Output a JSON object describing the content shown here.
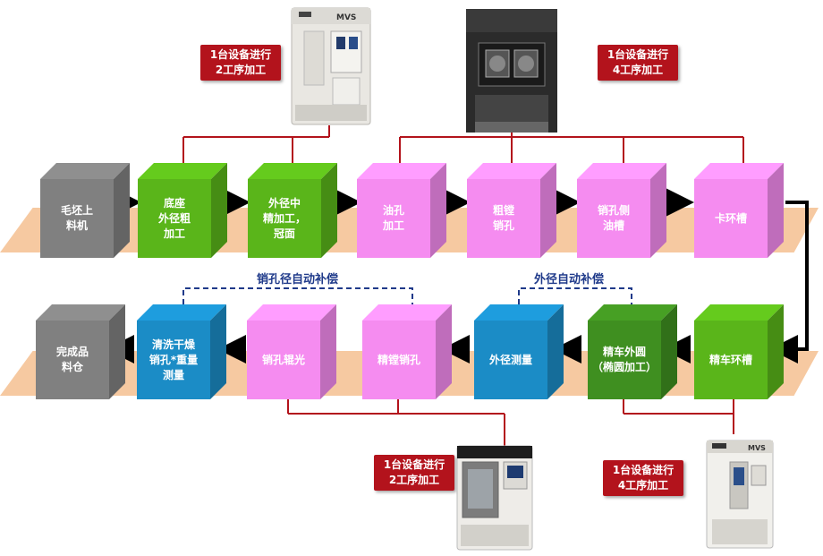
{
  "colors": {
    "gray": "#808080",
    "green": "#5ab51a",
    "dark_green": "#3f8f20",
    "pink": "#f58cf0",
    "blue": "#1b8cc6",
    "band": "#f6c9a1",
    "red_line": "#b3131c",
    "navy": "#1f3a8a"
  },
  "row1": [
    {
      "label": "毛坯上\n料机",
      "color": "gray"
    },
    {
      "label": "底座\n外径粗\n加工",
      "color": "green"
    },
    {
      "label": "外径中\n精加工，\n冠面",
      "color": "green"
    },
    {
      "label": "油孔\n加工",
      "color": "pink"
    },
    {
      "label": "粗镗\n销孔",
      "color": "pink"
    },
    {
      "label": "销孔侧\n油槽",
      "color": "pink"
    },
    {
      "label": "卡环槽",
      "color": "pink"
    }
  ],
  "row2": [
    {
      "label": "完成品\n料仓",
      "color": "gray"
    },
    {
      "label": "清洗干燥\n销孔*重量\n测量",
      "color": "blue"
    },
    {
      "label": "销孔辊光",
      "color": "pink"
    },
    {
      "label": "精镗销孔",
      "color": "pink"
    },
    {
      "label": "外径测量",
      "color": "blue"
    },
    {
      "label": "精车外圆\n（椭圆加工）",
      "color": "dark_green"
    },
    {
      "label": "精车环槽",
      "color": "green"
    }
  ],
  "tags": {
    "t1": "1台设备进行\n2工序加工",
    "t2": "1台设备进行\n4工序加工",
    "t3": "1台设备进行\n2工序加工",
    "t4": "1台设备进行\n4工序加工"
  },
  "feedback": {
    "pin_bore": "销孔径自动补偿",
    "outer_dia": "外径自动补偿"
  }
}
